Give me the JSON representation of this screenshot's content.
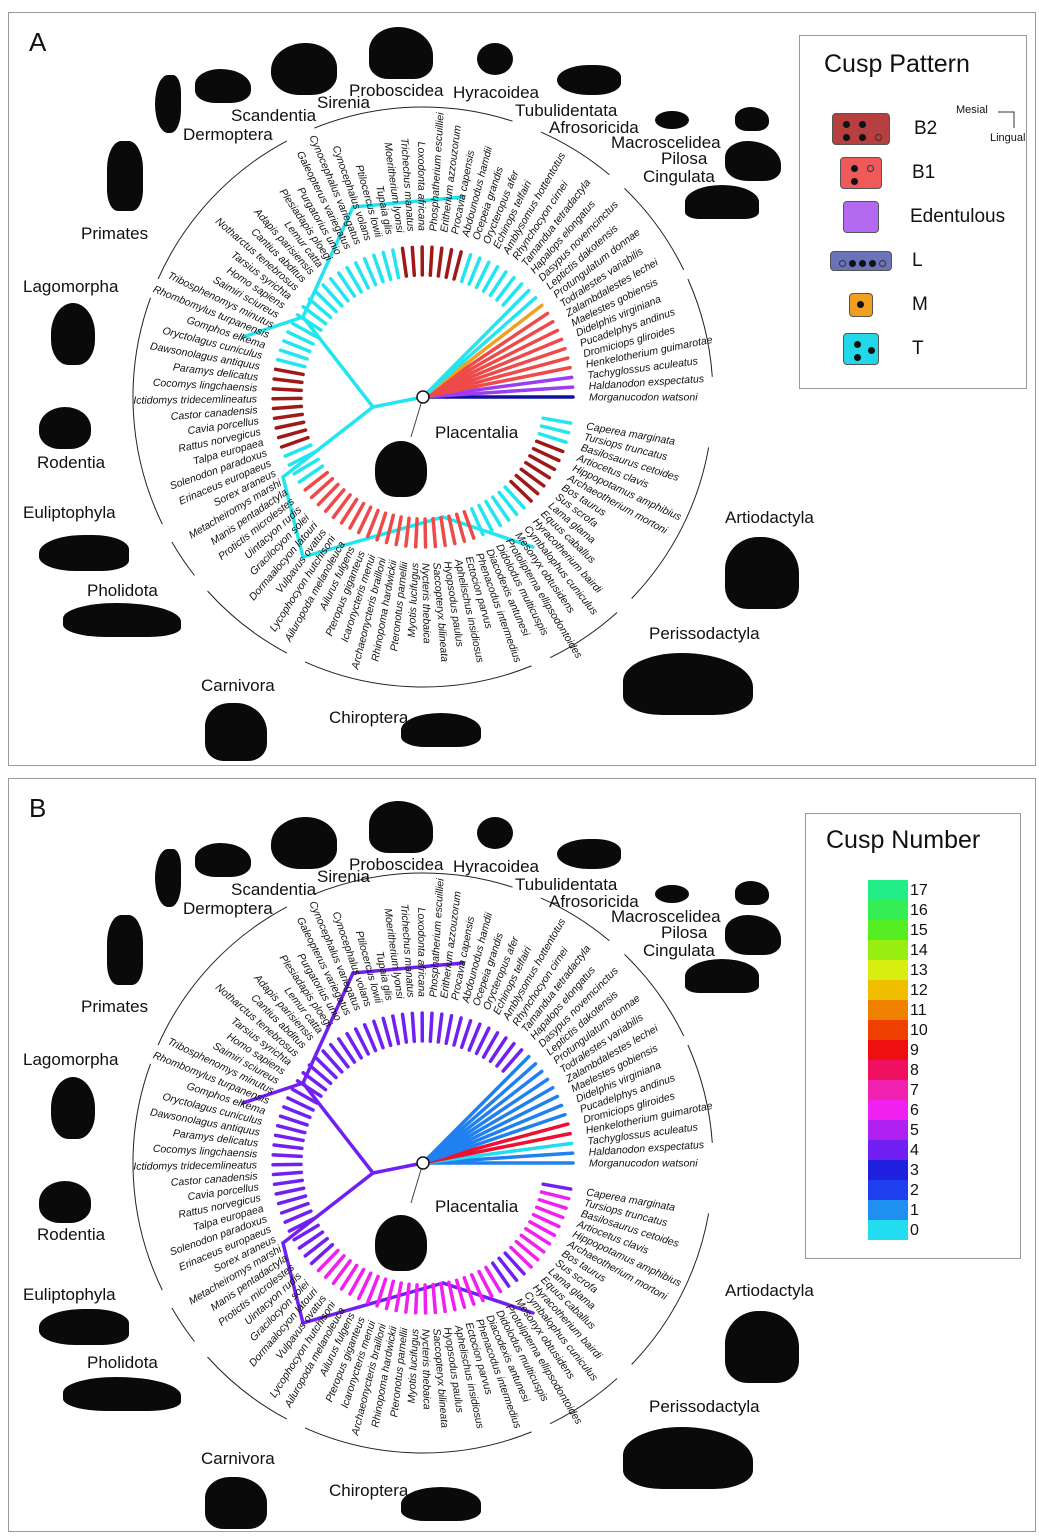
{
  "panels": [
    {
      "letter": "A",
      "legend_title": "Cusp Pattern"
    },
    {
      "letter": "B",
      "legend_title": "Cusp Number"
    }
  ],
  "placentalia_label": "Placentalia",
  "orders": {
    "primates": "Primates",
    "lagomorpha": "Lagomorpha",
    "rodentia": "Rodentia",
    "euliptophyla": "Euliptophyla",
    "pholidota": "Pholidota",
    "carnivora": "Carnivora",
    "chiroptera": "Chiroptera",
    "perissodactyla": "Perissodactyla",
    "artiodactyla": "Artiodactyla",
    "dermoptera": "Dermoptera",
    "scandentia": "Scandentia",
    "sirenia": "Sirenia",
    "proboscidea": "Proboscidea",
    "hyracoidea": "Hyracoidea",
    "tubulidentata": "Tubulidentata",
    "afrosoricida": "Afrosoricida",
    "macroscelidea": "Macroscelidea",
    "pilosa": "Pilosa",
    "cingulata": "Cingulata"
  },
  "species": [
    "Morganucodon watsoni",
    "Haldanodon exspectatus",
    "Tachyglossus aculeatus",
    "Henkelotherium guimarotae",
    "Dromiciops gliroides",
    "Pucadelphys andinus",
    "Didelphis virginiana",
    "Maelestes gobiensis",
    "Zalambdalestes lechei",
    "Todralestes variabilis",
    "Protungulatum donnae",
    "Leptictis dakotensis",
    "Dasypus novemcinctus",
    "Hapalops elongatus",
    "Tamandua tetradactyla",
    "Rhynchocyon cirnei",
    "Amblysomus hottentotus",
    "Echinops telfairi",
    "Orycteropus afer",
    "Ocepeia grandis",
    "Abdounodus hamdii",
    "Procavia capensis",
    "Eritherium azzouzorum",
    "Phosphatherium escuilliei",
    "Loxodonta africana",
    "Trichechus manatus",
    "Moeritherium lyonsi",
    "Tupaia glis",
    "Ptilocercus lowii",
    "Cynocephalus volans",
    "Cynocephalus variegatus",
    "Galeopterus variegatus",
    "Purgatorius unio",
    "Plesiadapis ploegi",
    "Lemur catta",
    "Adapis parisiensis",
    "Cantius abditus",
    "Notharctus tenebrosus",
    "Tarsius syrichta",
    "Homo sapiens",
    "Saimiri sciureus",
    "Tribosphenomys minutus",
    "Rhombomylus turpanensis",
    "Gomphos elkema",
    "Oryctolagus cuniculus",
    "Dawsonolagus antiquus",
    "Paramys delicatus",
    "Cocomys lingchaensis",
    "Ictidomys tridecemlineatus",
    "Castor canadensis",
    "Cavia porcellus",
    "Rattus norvegicus",
    "Talpa europaea",
    "Solenodon paradoxus",
    "Erinaceus europaeus",
    "Sorex araneus",
    "Metacheiromys marshi",
    "Manis pentadactyla",
    "Protictis microlestes",
    "Uintacyon rudis",
    "Gracilocyon solei",
    "Dormaalocyon latouri",
    "Vulpavus ovatus",
    "Lycophocyon hutchisoni",
    "Ailuropoda melanoleuca",
    "Ailurus fulgens",
    "Pteropus giganteus",
    "Icaronycteris menui",
    "Archaeonycteris brailloni",
    "Rhinopoma hardwickii",
    "Pteronotus parnellii",
    "Myotis lucifugus",
    "Nycteris thebaica",
    "Saccopteryx bilineata",
    "Hyopsodus paulus",
    "Aphelischus insidiosus",
    "Ectocion parvus",
    "Phenacodus intermedius",
    "Diacodexis antunesi",
    "Didolodus multicuspis",
    "Protolipterna ellipsodontoides",
    "Mesonyx obtusidens",
    "Cymbalophus cuniculus",
    "Hyracotherium bairdi",
    "Equus caballus",
    "Lama glama",
    "Sus scrofa",
    "Bos taurus",
    "Archaeotherium mortoni",
    "Hippopotamus amphibius",
    "Artiocetus clavis",
    "Basilosaurus cetoides",
    "Tursiops truncatus",
    "Caperea marginata"
  ],
  "cusp_pattern_legend": [
    {
      "label": "B2",
      "color": "#b5403f",
      "style": "dots4"
    },
    {
      "label": "B1",
      "color": "#ee5a5a",
      "style": "dots2"
    },
    {
      "label": "Edentulous",
      "color": "#b46af0",
      "style": "plain"
    },
    {
      "label": "L",
      "color": "#6a72b8",
      "style": "line"
    },
    {
      "label": "M",
      "color": "#f0a020",
      "style": "single"
    },
    {
      "label": "T",
      "color": "#22d8e8",
      "style": "dots3"
    }
  ],
  "orientation_key": {
    "mesial": "Mesial",
    "lingual": "Lingual"
  },
  "cusp_number_scale": [
    {
      "value": "17",
      "color": "#22ee88"
    },
    {
      "value": "16",
      "color": "#33ee55"
    },
    {
      "value": "15",
      "color": "#55ee22"
    },
    {
      "value": "14",
      "color": "#99ee11"
    },
    {
      "value": "13",
      "color": "#d8ee11"
    },
    {
      "value": "12",
      "color": "#f0c000"
    },
    {
      "value": "11",
      "color": "#f08000"
    },
    {
      "value": "10",
      "color": "#f04000"
    },
    {
      "value": "9",
      "color": "#ee1010"
    },
    {
      "value": "8",
      "color": "#f01060"
    },
    {
      "value": "7",
      "color": "#f020b0"
    },
    {
      "value": "6",
      "color": "#f020f0"
    },
    {
      "value": "5",
      "color": "#b020f0"
    },
    {
      "value": "4",
      "color": "#7020f0"
    },
    {
      "value": "3",
      "color": "#2020e0"
    },
    {
      "value": "2",
      "color": "#2040f0"
    },
    {
      "value": "1",
      "color": "#2090f0"
    },
    {
      "value": "0",
      "color": "#22ddf0"
    }
  ],
  "tree_colors_A": {
    "backbone": "#22e5f0",
    "b2": "#a01818",
    "b1": "#ee4a4a",
    "m": "#f0a020",
    "edentulous": "#9a3ef0",
    "l": "#1010a0"
  },
  "tree_colors_B": {
    "backbone": "#7020f0",
    "alt": "#f020f0",
    "red": "#ee1030",
    "blue": "#2080f0",
    "cyan": "#22ddf0"
  }
}
